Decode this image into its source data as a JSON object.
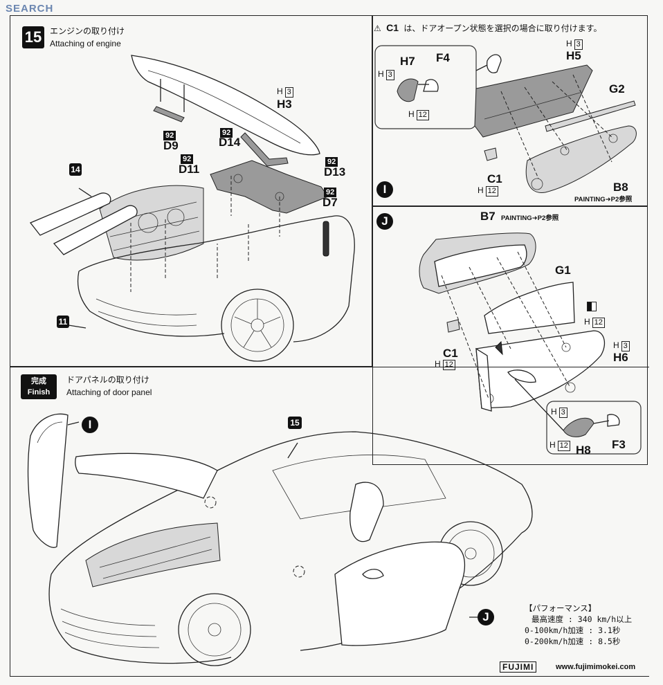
{
  "watermark": {
    "text": "SEARCH"
  },
  "step15": {
    "number": "15",
    "title_jp": "エンジンの取り付け",
    "title_en": "Attaching of engine",
    "callouts": {
      "engine": "14",
      "body": "11"
    },
    "parts": {
      "h3_box": "3",
      "h3_label": "H3",
      "d9_badge": "92",
      "d9_label": "D9",
      "d14_badge": "92",
      "d14_label": "D14",
      "d11_badge": "92",
      "d11_label": "D11",
      "d13_badge": "92",
      "d13_label": "D13",
      "d7_badge": "92",
      "d7_label": "D7"
    }
  },
  "stepI": {
    "note_c1": "C1",
    "note_text": "は、ドアオープン状態を選択の場合に取り付けます。",
    "letter": "I",
    "h7_label": "H7",
    "h7_box1": "3",
    "h7_box2": "12",
    "f4_label": "F4",
    "h5_box": "3",
    "h5_label": "H5",
    "g2_label": "G2",
    "c1_label": "C1",
    "c1_box": "12",
    "b8_label": "B8",
    "painting": "PAINTING➜P2参照"
  },
  "stepJ": {
    "letter": "J",
    "b7_label": "B7",
    "painting": "PAINTING➜P2参照",
    "g1_label": "G1",
    "g1_box": "12",
    "h6_box": "3",
    "h6_label": "H6",
    "c1_label": "C1",
    "c1_box": "12",
    "h8_box1": "3",
    "h8_box2": "12",
    "h8_label": "H8",
    "f3_label": "F3"
  },
  "finish": {
    "tag_jp": "完成",
    "tag_en": "Finish",
    "title_jp": "ドアパネルの取り付け",
    "title_en": "Attaching of door panel",
    "callout_i": "I",
    "callout_15": "15",
    "callout_j": "J"
  },
  "performance": {
    "title": "【パフォーマンス】",
    "rows": [
      "最高速度 : 340 km/h以上",
      "0-100km/h加速 : 3.1秒",
      "0-200km/h加速 : 8.5秒"
    ]
  },
  "footer": {
    "brand": "FUJIMI",
    "url": "www.fujimimokei.com"
  }
}
